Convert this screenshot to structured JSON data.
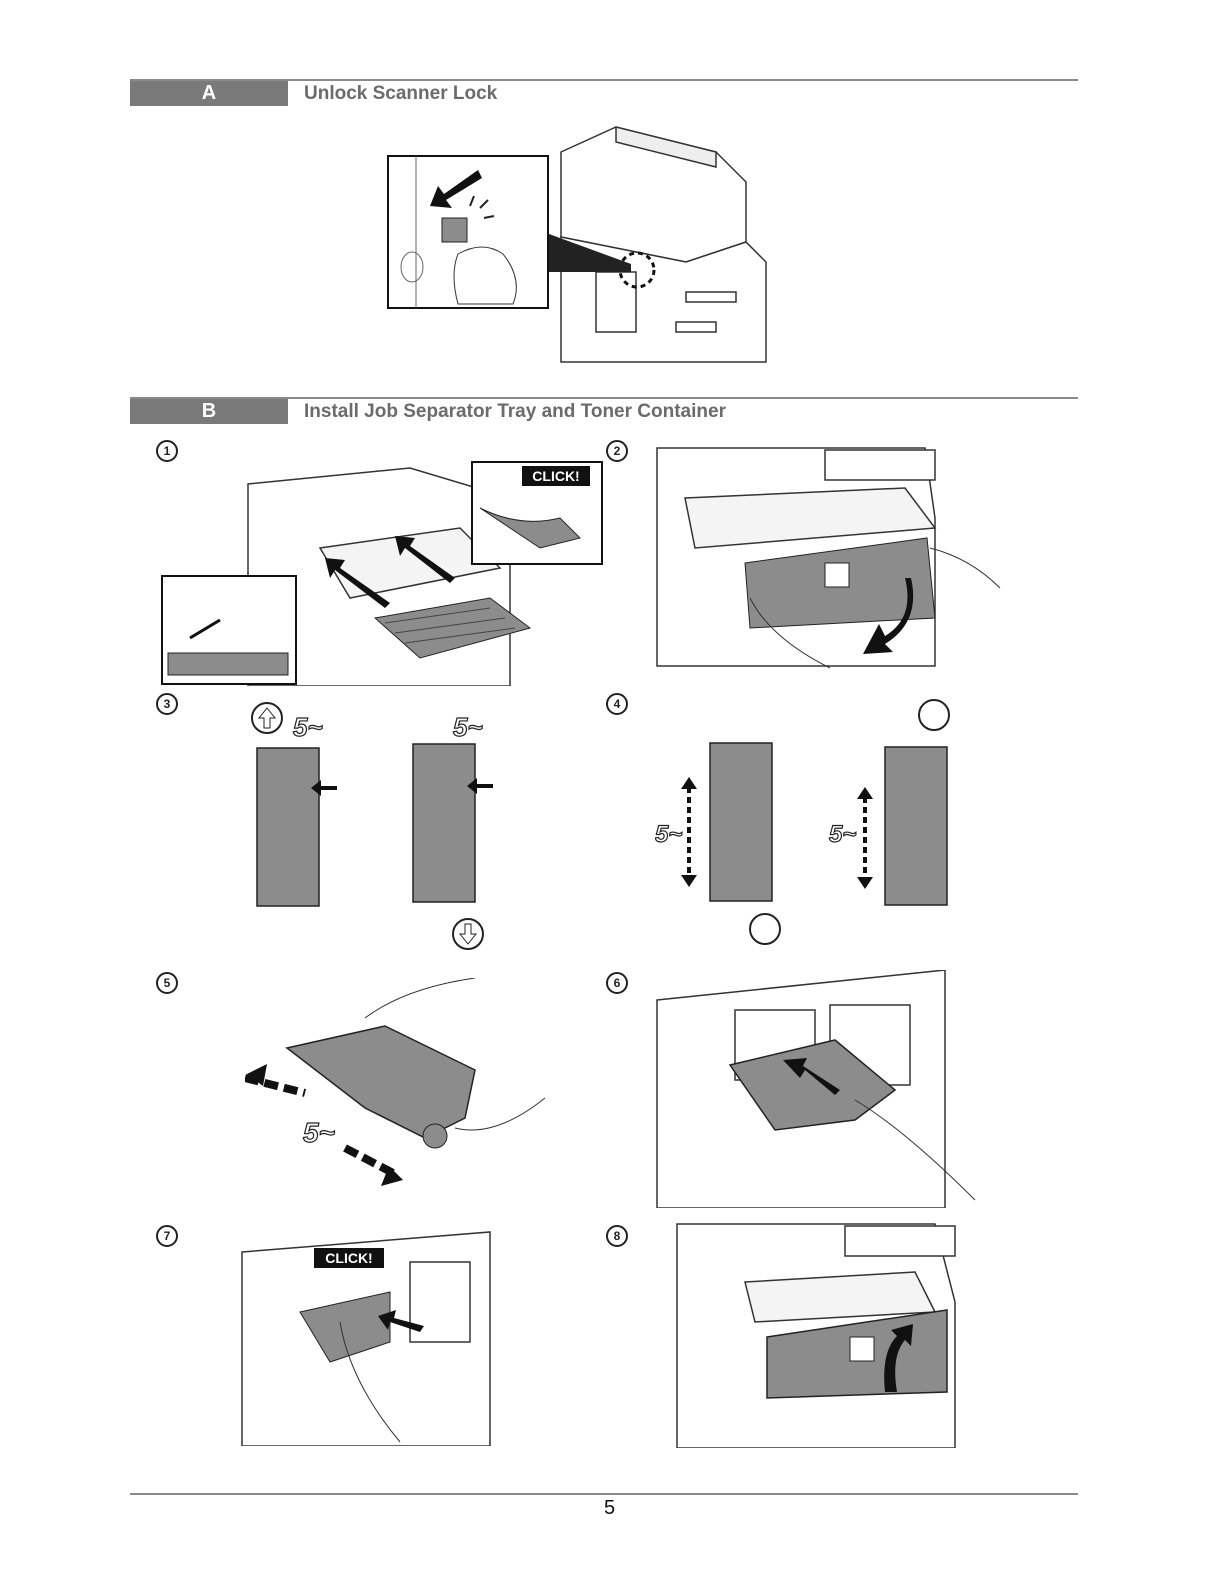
{
  "section_a": {
    "letter": "A",
    "title": "Unlock Scanner Lock"
  },
  "section_b": {
    "letter": "B",
    "title": "Install Job Separator Tray and Toner Container"
  },
  "steps": [
    {
      "number": "1",
      "callout": "CLICK!"
    },
    {
      "number": "2"
    },
    {
      "number": "3",
      "callout": "5~"
    },
    {
      "number": "4",
      "callout": "5~"
    },
    {
      "number": "5",
      "callout": "5~"
    },
    {
      "number": "6"
    },
    {
      "number": "7",
      "callout": "CLICK!"
    },
    {
      "number": "8"
    }
  ],
  "footer": {
    "page_number": "5"
  },
  "colors": {
    "section_bar": "#7a7a7a",
    "title_text": "#6b6b6b",
    "part_fill": "#8c8c8c"
  }
}
